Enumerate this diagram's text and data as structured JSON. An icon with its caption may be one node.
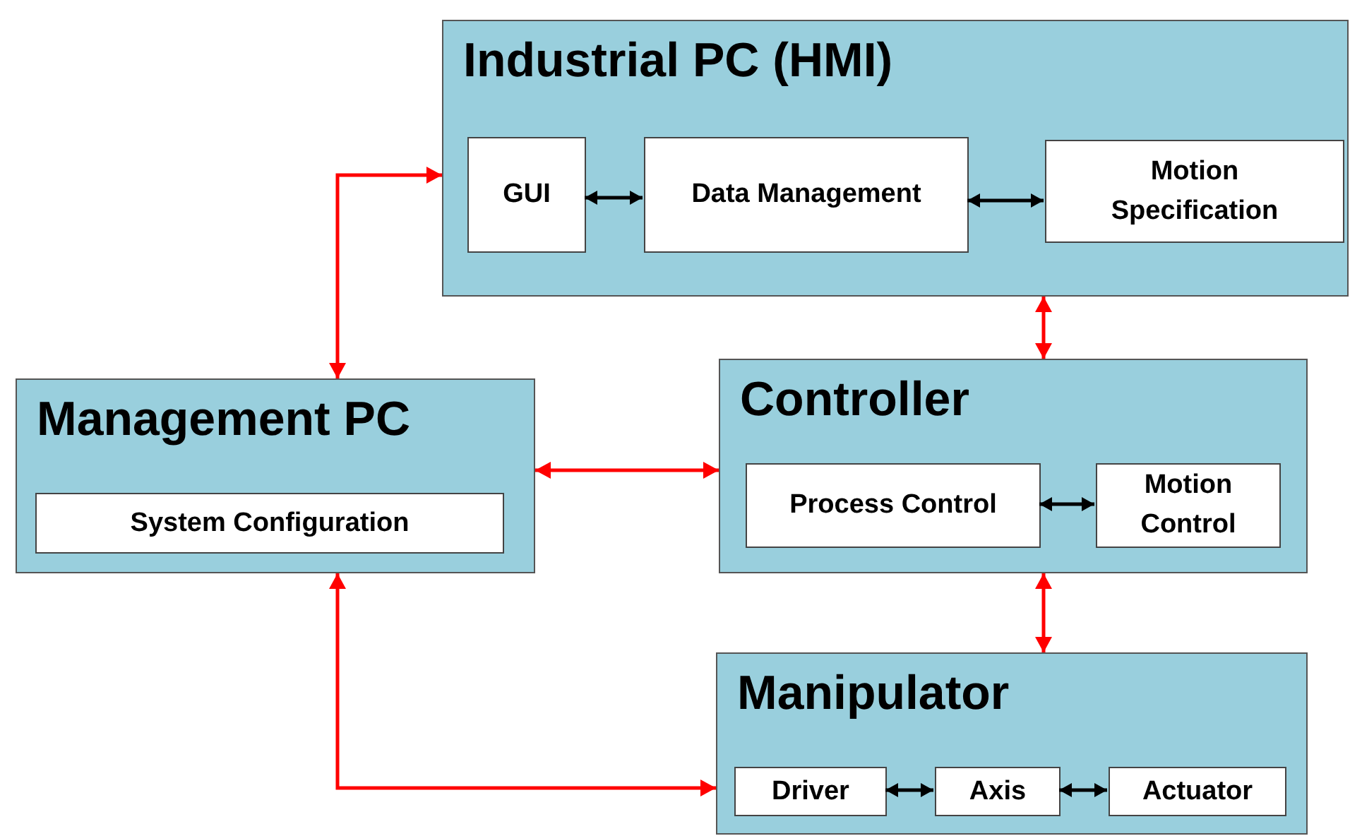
{
  "diagram": {
    "nodes": [
      {
        "text": [
          "Industrial PC (HMI)"
        ]
      },
      {
        "text": [
          "GUI"
        ],
        "in": 0
      },
      {
        "text": [
          "Data Management"
        ],
        "in": 0
      },
      {
        "text": [
          "Motion Specification"
        ],
        "in": 0
      },
      {
        "text": [
          "Management PC"
        ]
      },
      {
        "text": [
          "System Configuration"
        ],
        "in": 4
      },
      {
        "text": [
          "Controller"
        ]
      },
      {
        "text": [
          "Process Control"
        ],
        "in": 6
      },
      {
        "text": [
          "Motion Control"
        ],
        "in": 6
      },
      {
        "text": [
          "Manipulator"
        ]
      },
      {
        "text": [
          "Driver"
        ],
        "in": 9
      },
      {
        "text": [
          "Axis"
        ],
        "in": 9
      },
      {
        "text": [
          "Actuator"
        ],
        "in": 9
      }
    ],
    "edges": [
      {
        "from": 1,
        "to": 2,
        "arrow": "both",
        "color": "#000000"
      },
      {
        "from": 2,
        "to": 3,
        "arrow": "both",
        "color": "#000000"
      },
      {
        "from": 4,
        "to": 0,
        "arrow": "both",
        "color": "#ff0000"
      },
      {
        "from": 0,
        "to": 6,
        "arrow": "both",
        "color": "#ff0000"
      },
      {
        "from": 4,
        "to": 6,
        "arrow": "both",
        "color": "#ff0000"
      },
      {
        "from": 7,
        "to": 8,
        "arrow": "both",
        "color": "#000000"
      },
      {
        "from": 6,
        "to": 9,
        "arrow": "both",
        "color": "#ff0000"
      },
      {
        "from": 4,
        "to": 9,
        "arrow": "both",
        "color": "#ff0000"
      },
      {
        "from": 10,
        "to": 11,
        "arrow": "both",
        "color": "#000000"
      },
      {
        "from": 11,
        "to": 12,
        "arrow": "both",
        "color": "#000000"
      }
    ]
  }
}
